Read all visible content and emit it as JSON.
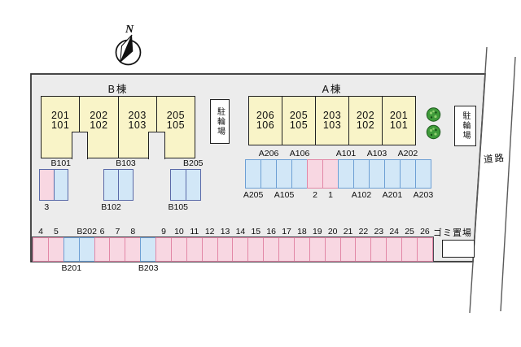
{
  "compass": {
    "n_label": "N"
  },
  "road": {
    "label": "道路"
  },
  "garbage": {
    "label": "ゴミ置場"
  },
  "bike_parking": {
    "left_label": "駐輪場",
    "right_label": "駐輪場"
  },
  "buildings": {
    "b": {
      "name": "B棟",
      "units": [
        {
          "upper": "201",
          "lower": "101"
        },
        {
          "upper": "202",
          "lower": "102"
        },
        {
          "upper": "203",
          "lower": "103"
        },
        {
          "upper": "205",
          "lower": "105"
        }
      ]
    },
    "a": {
      "name": "A棟",
      "units": [
        {
          "upper": "206",
          "lower": "106"
        },
        {
          "upper": "205",
          "lower": "105"
        },
        {
          "upper": "203",
          "lower": "103"
        },
        {
          "upper": "202",
          "lower": "102"
        },
        {
          "upper": "201",
          "lower": "101"
        }
      ]
    }
  },
  "parking": {
    "b_pairs": [
      {
        "spaces": [
          {
            "label": "3",
            "color": "pink",
            "label_pos": "below"
          },
          {
            "label": "B101",
            "color": "blue",
            "label_pos": "above"
          }
        ]
      },
      {
        "spaces": [
          {
            "label": "B102",
            "color": "blue",
            "label_pos": "below"
          },
          {
            "label": "B103",
            "color": "blue",
            "label_pos": "above"
          }
        ]
      },
      {
        "spaces": [
          {
            "label": "B105",
            "color": "blue",
            "label_pos": "below"
          },
          {
            "label": "B205",
            "color": "blue",
            "label_pos": "above"
          }
        ]
      }
    ],
    "a_row": [
      {
        "label": "A205",
        "color": "blue",
        "label_pos": "below"
      },
      {
        "label": "A206",
        "color": "blue",
        "label_pos": "above"
      },
      {
        "label": "A105",
        "color": "blue",
        "label_pos": "below"
      },
      {
        "label": "A106",
        "color": "blue",
        "label_pos": "above"
      },
      {
        "label": "2",
        "color": "pink",
        "label_pos": "below"
      },
      {
        "label": "1",
        "color": "pink",
        "label_pos": "below"
      },
      {
        "label": "A101",
        "color": "blue",
        "label_pos": "above"
      },
      {
        "label": "A102",
        "color": "blue",
        "label_pos": "below"
      },
      {
        "label": "A103",
        "color": "blue",
        "label_pos": "above"
      },
      {
        "label": "A201",
        "color": "blue",
        "label_pos": "below"
      },
      {
        "label": "A202",
        "color": "blue",
        "label_pos": "above"
      },
      {
        "label": "A203",
        "color": "blue",
        "label_pos": "below"
      }
    ],
    "bottom_row": [
      {
        "label": "4",
        "color": "pink",
        "label_pos": "above"
      },
      {
        "label": "5",
        "color": "pink",
        "label_pos": "above"
      },
      {
        "label": "B201",
        "color": "blue",
        "label_pos": "below"
      },
      {
        "label": "B202",
        "color": "blue",
        "label_pos": "above"
      },
      {
        "label": "6",
        "color": "pink",
        "label_pos": "above"
      },
      {
        "label": "7",
        "color": "pink",
        "label_pos": "above"
      },
      {
        "label": "8",
        "color": "pink",
        "label_pos": "above"
      },
      {
        "label": "B203",
        "color": "blue",
        "label_pos": "below"
      },
      {
        "label": "9",
        "color": "pink",
        "label_pos": "above"
      },
      {
        "label": "10",
        "color": "pink",
        "label_pos": "above"
      },
      {
        "label": "11",
        "color": "pink",
        "label_pos": "above"
      },
      {
        "label": "12",
        "color": "pink",
        "label_pos": "above"
      },
      {
        "label": "13",
        "color": "pink",
        "label_pos": "above"
      },
      {
        "label": "14",
        "color": "pink",
        "label_pos": "above"
      },
      {
        "label": "15",
        "color": "pink",
        "label_pos": "above"
      },
      {
        "label": "16",
        "color": "pink",
        "label_pos": "above"
      },
      {
        "label": "17",
        "color": "pink",
        "label_pos": "above"
      },
      {
        "label": "18",
        "color": "pink",
        "label_pos": "above"
      },
      {
        "label": "19",
        "color": "pink",
        "label_pos": "above"
      },
      {
        "label": "20",
        "color": "pink",
        "label_pos": "above"
      },
      {
        "label": "21",
        "color": "pink",
        "label_pos": "above"
      },
      {
        "label": "22",
        "color": "pink",
        "label_pos": "above"
      },
      {
        "label": "23",
        "color": "pink",
        "label_pos": "above"
      },
      {
        "label": "24",
        "color": "pink",
        "label_pos": "above"
      },
      {
        "label": "25",
        "color": "pink",
        "label_pos": "above"
      },
      {
        "label": "26",
        "color": "pink",
        "label_pos": "above"
      }
    ]
  },
  "colors": {
    "plot_fill": "#ececec",
    "building_fill": "#f9f4c8",
    "pink_fill": "#f8d7e2",
    "pink_border": "#e287a6",
    "blue_fill": "#d2e7f7",
    "blue_border": "#6d9fd4",
    "pair_border": "#5a6aa8",
    "row_border": "#4a4a52",
    "tree_green": "#3f9b3a",
    "tree_green_dark": "#1d5a1d",
    "tree_green_light": "#8fce6f"
  }
}
